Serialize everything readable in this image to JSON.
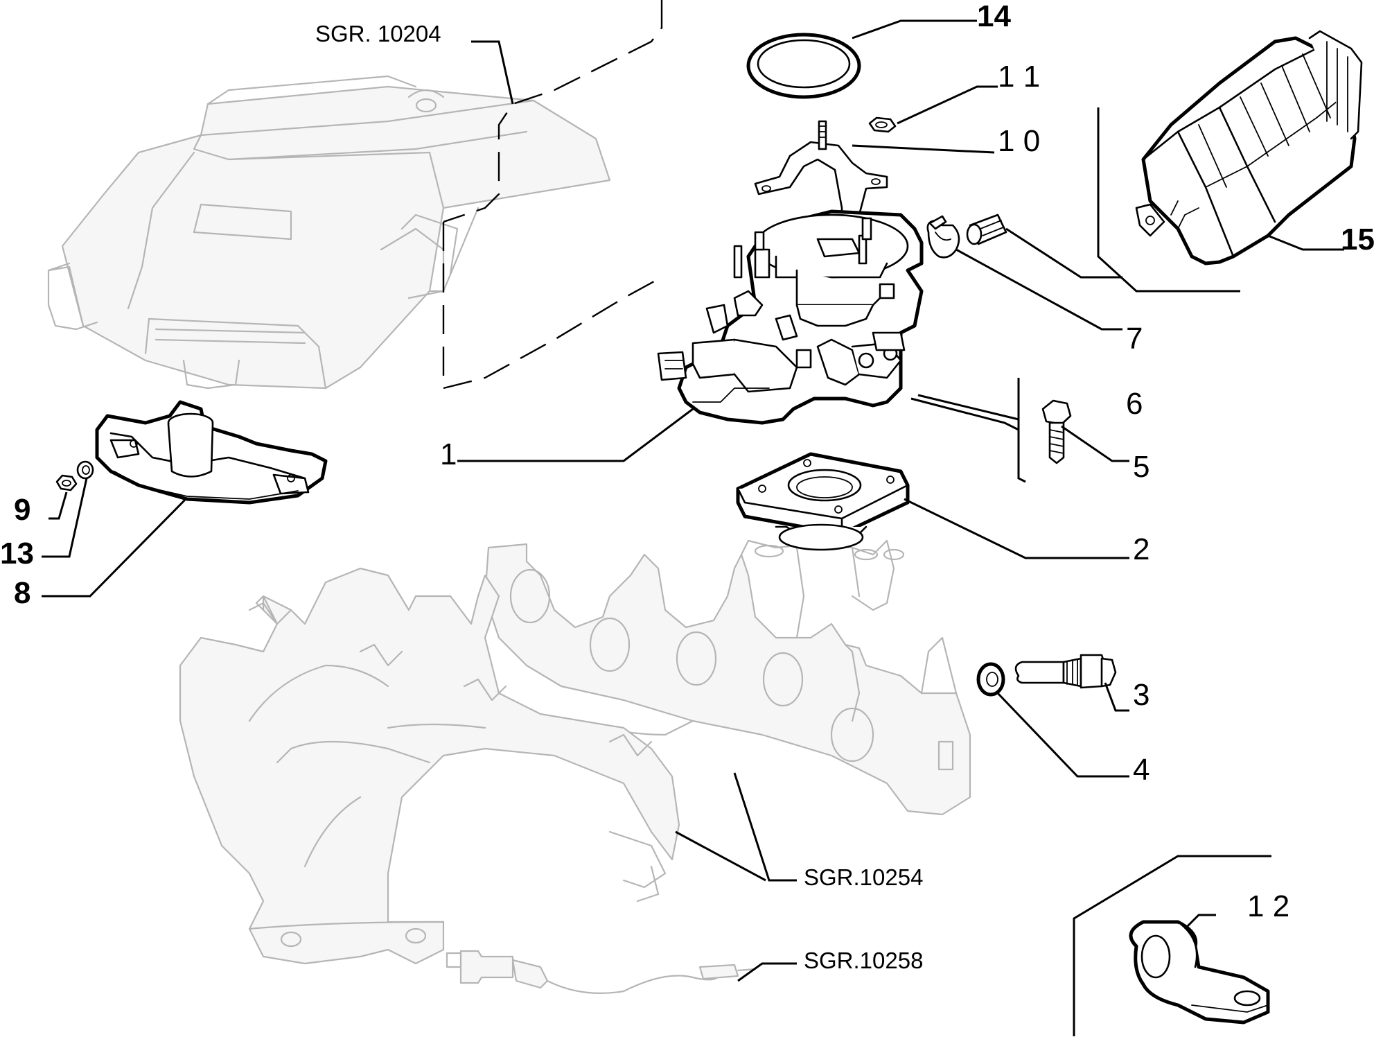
{
  "labels": {
    "p1": "1",
    "p2": "2",
    "p3": "3",
    "p4": "4",
    "p5": "5",
    "p6": "6",
    "p7": "7",
    "p8": "8",
    "p9": "9",
    "p10": "1 0",
    "p11": "1 1",
    "p12": "1 2",
    "p13": "13",
    "p14": "14",
    "p15": "15"
  },
  "references": {
    "air_filter": "SGR. 10204",
    "manifold": "SGR.10254",
    "lambda_sensor": "SGR.10258"
  }
}
